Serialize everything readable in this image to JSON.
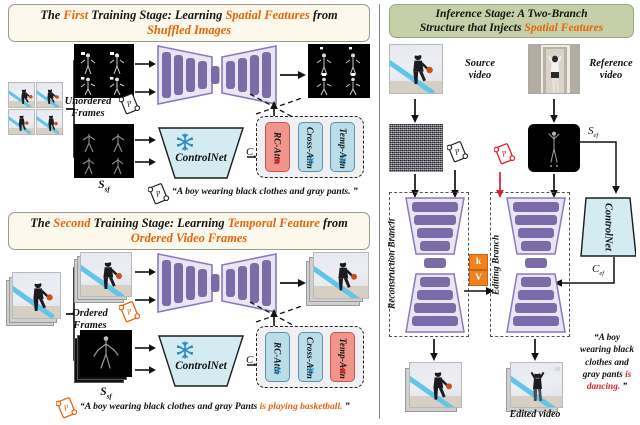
{
  "figure": {
    "title": "Training and Inference pipeline diagram"
  },
  "stage1": {
    "header": {
      "line1_a": "The ",
      "line1_first": "First",
      "line1_b": " Training Stage: Learning ",
      "line1_spatial": "Spatial Features",
      "line1_c": " from",
      "line2": "Shuffled Images"
    },
    "frames_label": "Unordered\nFrames",
    "pose_label": "S",
    "pose_sub": "sf",
    "controlnet": "ControlNet",
    "cnet_out": "C",
    "cnet_out_sub": "sf",
    "attn": [
      {
        "label": "RC-Attn",
        "state": "trainable",
        "icon": "fire-icon"
      },
      {
        "label": "Cross-Attn",
        "state": "frozen",
        "icon": "snowflake-icon"
      },
      {
        "label": "Temp-Attn",
        "state": "frozen",
        "icon": "snowflake-icon"
      }
    ],
    "prompt": "“A boy wearing black clothes and gray pants. ”"
  },
  "stage2": {
    "header": {
      "line1_a": "The ",
      "line1_second": "Second",
      "line1_b": " Training Stage: Learning ",
      "line1_temporal": "Temporal Feature",
      "line1_c": " from",
      "line2": "Ordered Video Frames"
    },
    "frames_label": "Ordered\nFrames",
    "pose_label": "S",
    "pose_sub": "sf",
    "controlnet": "ControlNet",
    "cnet_out": "C",
    "cnet_out_sub": "sf",
    "attn": [
      {
        "label": "RC-Attn",
        "state": "frozen",
        "icon": "snowflake-icon"
      },
      {
        "label": "Cross-Attn",
        "state": "frozen",
        "icon": "snowflake-icon"
      },
      {
        "label": "Temp-Attn",
        "state": "trainable",
        "icon": "fire-icon"
      }
    ],
    "prompt_black": "“A boy wearing black clothes and gray  Pants ",
    "prompt_orange": "is playing basketball.",
    "prompt_end": " ”"
  },
  "inference": {
    "header": {
      "line1": "Inference Stage: A Two-Branch",
      "line2_a": "Structure that Injects ",
      "line2_spatial": "Spatial Features"
    },
    "source_video": "Source\nvideo",
    "reference_video": "Reference\nvideo",
    "sef_label": "S",
    "sef_sub": "ef",
    "controlnet": "ControlNet",
    "cef_label": "C",
    "cef_sub": "ef",
    "recon_branch": "Reconstruction Branch",
    "edit_branch": "Editing Branch",
    "kv": [
      "k",
      "V"
    ],
    "edited_video": "Edited video",
    "prompt": {
      "l1": "“A boy",
      "l2": "wearing black",
      "l3": "clothes and",
      "l4_a": "gray pants ",
      "l4_b": "is",
      "l5": "dancing.",
      "l5_end": " ”"
    }
  },
  "colors": {
    "orange_text": "#E8630A",
    "red_text": "#E0202A",
    "unet_block": "#7B6BA8",
    "unet_body": "#E9E5F3",
    "unet_edge": "#8B79BE",
    "controlnet_fill": "#D5EBF2",
    "attn_blue": "#BBDDE9",
    "attn_red": "#F0948C",
    "kv_orange": "#F1801F",
    "header_cream": "#FDF8EC",
    "header_green": "#C6D0A8"
  },
  "icons": {
    "fire": "fire-icon",
    "snowflake": "snowflake-icon",
    "scroll_prompt": "scroll-prompt-icon"
  }
}
